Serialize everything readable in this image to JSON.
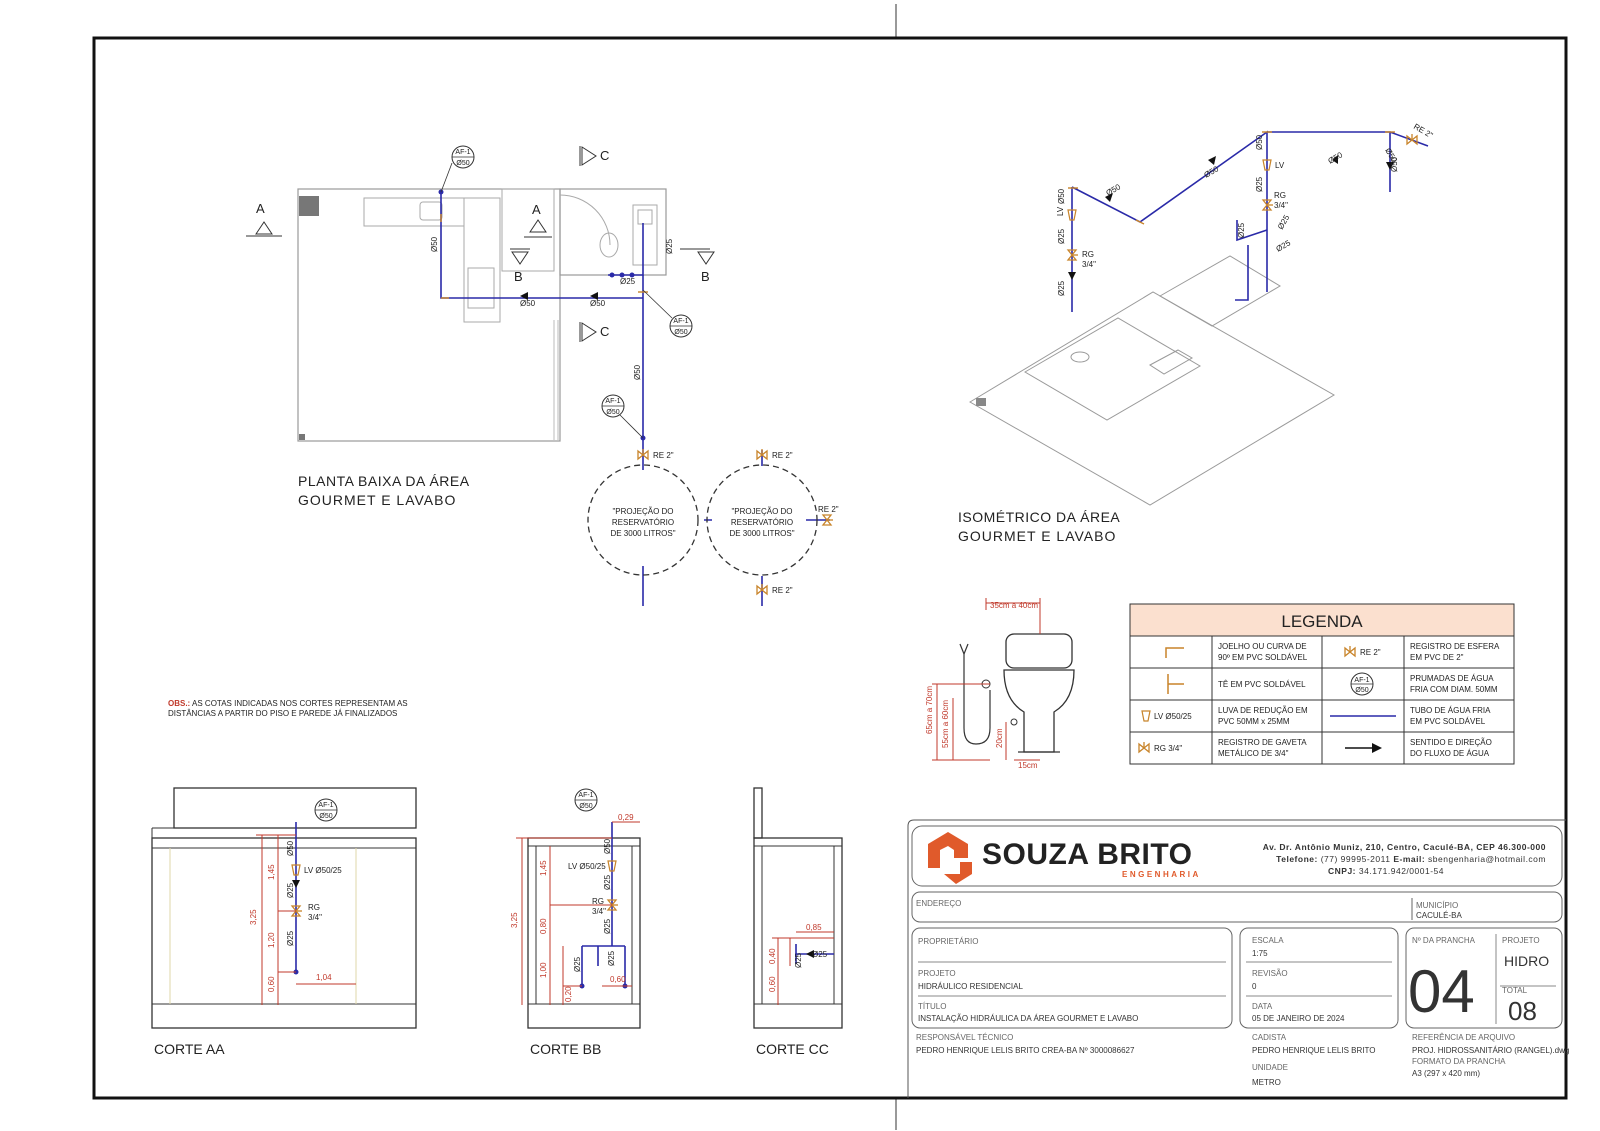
{
  "plan": {
    "title_l1": "PLANTA BAIXA DA ÁREA",
    "title_l2": "GOURMET E LAVABO",
    "section_a": "A",
    "section_b": "B",
    "section_c": "C",
    "af_code": "AF-1",
    "af_dia": "Ø50",
    "d50": "Ø50",
    "d25": "Ø25",
    "re": "RE 2\"",
    "res_l1": "\"PROJEÇÃO DO",
    "res_l2": "RESERVATÓRIO",
    "res_l3": "DE 3000 LITROS\""
  },
  "iso": {
    "title_l1": "ISOMÉTRICO DA ÁREA",
    "title_l2": "GOURMET E LAVABO",
    "d50": "Ø50",
    "d25": "Ø25",
    "lv": "LV",
    "rg": "RG",
    "rg_size": "3/4\"",
    "re": "RE 2\""
  },
  "toilet": {
    "d1": "35cm a 40cm",
    "d2": "65cm a 70cm",
    "d3": "55cm a 60cm",
    "d4": "20cm",
    "d5": "15cm"
  },
  "legend": {
    "title": "LEGENDA",
    "rows": [
      {
        "sym": "",
        "desc_l1": "JOELHO OU CURVA DE",
        "desc_l2": "90º EM PVC SOLDÁVEL",
        "sym2": "RE 2\"",
        "desc2_l1": "REGISTRO DE ESFERA",
        "desc2_l2": "EM PVC DE 2\""
      },
      {
        "sym": "",
        "desc_l1": "TÊ EM PVC SOLDÁVEL",
        "desc_l2": "",
        "sym2": "AF-1",
        "desc2_l1": "PRUMADAS DE ÁGUA",
        "desc2_l2": "FRIA COM DIAM. 50MM"
      },
      {
        "sym": "LV Ø50/25",
        "desc_l1": "LUVA DE REDUÇÃO EM",
        "desc_l2": "PVC 50MM x 25MM",
        "sym2": "",
        "desc2_l1": "TUBO DE ÁGUA FRIA",
        "desc2_l2": "EM PVC SOLDÁVEL"
      },
      {
        "sym": "RG 3/4\"",
        "desc_l1": "REGISTRO DE GAVETA",
        "desc_l2": "METÁLICO DE 3/4\"",
        "sym2": "",
        "desc2_l1": "SENTIDO E DIREÇÃO",
        "desc2_l2": "DO FLUXO DE ÁGUA"
      }
    ],
    "af_dia": "Ø50"
  },
  "obs": {
    "label": "OBS.:",
    "text_l1": " AS COTAS INDICADAS NOS CORTES REPRESENTAM AS",
    "text_l2": "DISTÂNCIAS A PARTIR DO PISO E PAREDE JÁ FINALIZADOS"
  },
  "sections": {
    "aa": {
      "title": "CORTE AA",
      "h_total": "3,25",
      "h1": "1,45",
      "h2": "1,20",
      "h3": "0,60",
      "w1": "1,04",
      "lv": "LV Ø50/25",
      "rg": "RG",
      "rg_size": "3/4\"",
      "d50": "Ø50",
      "d25": "Ø25"
    },
    "bb": {
      "title": "CORTE BB",
      "h_total": "3,25",
      "h1": "1,45",
      "h2": "0,80",
      "h3": "1,00",
      "h4": "0,20",
      "w1": "0,29",
      "w2": "0,60",
      "lv": "LV Ø50/25",
      "rg": "RG",
      "rg_size": "3/4\"",
      "d50": "Ø50",
      "d25": "Ø25"
    },
    "cc": {
      "title": "CORTE CC",
      "h1": "0,40",
      "h2": "0,60",
      "w1": "0,85",
      "d25": "Ø25"
    }
  },
  "title_block": {
    "company": "SOUZA BRITO",
    "company_sub": "ENGENHARIA",
    "addr": "Av. Dr. Antônio Muniz, 210, Centro, Caculé-BA, CEP 46.300-000",
    "phone_label": "Telefone:",
    "phone": "(77) 99995-2011",
    "email_label": "E-mail:",
    "email": "sbengenharia@hotmail.com",
    "cnpj_label": "CNPJ:",
    "cnpj": "34.171.942/0001-54",
    "endereco_label": "ENDEREÇO",
    "endereco": "",
    "municipio_label": "MUNICÍPIO",
    "municipio": "CACULÉ-BA",
    "proprietario_label": "PROPRIETÁRIO",
    "proprietario": "",
    "projeto_label": "PROJETO",
    "projeto": "HIDRÁULICO RESIDENCIAL",
    "titulo_label": "TÍTULO",
    "titulo": "INSTALAÇÃO HIDRÁULICA DA ÁREA GOURMET E LAVABO",
    "escala_label": "ESCALA",
    "escala": "1:75",
    "revisao_label": "REVISÃO",
    "revisao": "0",
    "data_label": "DATA",
    "data": "05 DE JANEIRO DE 2024",
    "prancha_label": "Nº DA PRANCHA",
    "prancha": "04",
    "projeto2_label": "PROJETO",
    "projeto2": "HIDRO",
    "total_label": "TOTAL",
    "total": "08",
    "resp_label": "RESPONSÁVEL TÉCNICO",
    "resp": "PEDRO HENRIQUE LELIS BRITO CREA-BA Nº 3000086627",
    "cadista_label": "CADISTA",
    "cadista": "PEDRO HENRIQUE LELIS BRITO",
    "unidade_label": "UNIDADE",
    "unidade": "METRO",
    "ref_label": "REFERÊNCIA DE ARQUIVO",
    "ref": "PROJ. HIDROSSANITÁRIO (RANGEL).dwg",
    "formato_label": "FORMATO DA PRANCHA",
    "formato": "A3 (297 x 420 mm)"
  }
}
